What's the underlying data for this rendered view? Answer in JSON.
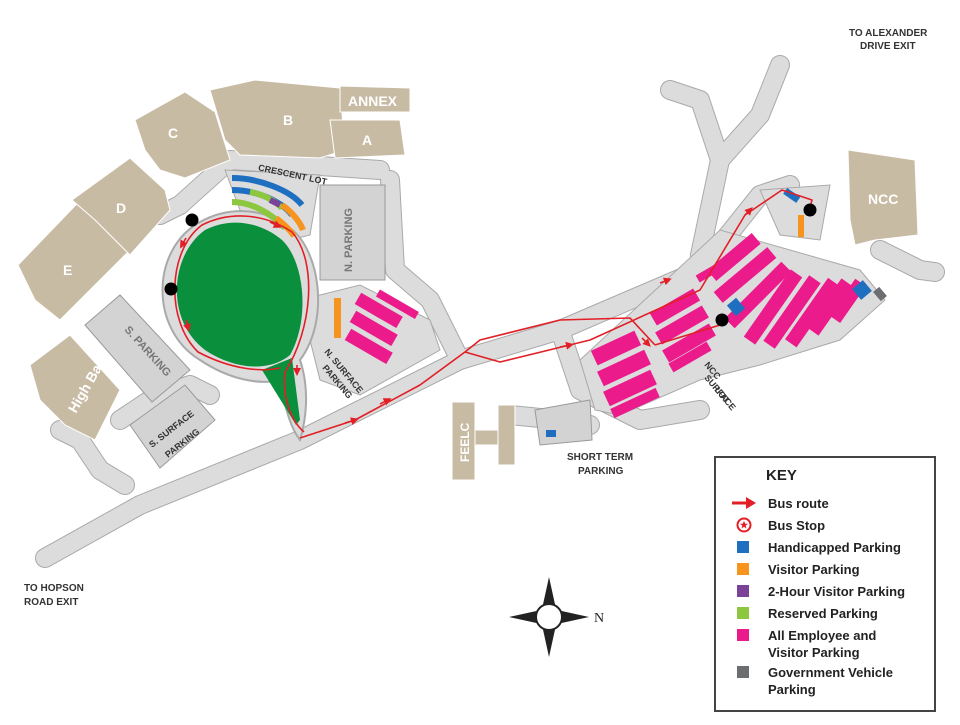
{
  "colors": {
    "building": "#c8bba4",
    "road": "#dcdcdc",
    "green_space": "#0a8f3c",
    "bus_route": "#e21f26",
    "handicapped": "#1f6fc1",
    "visitor": "#f7941d",
    "two_hour_visitor": "#7b4397",
    "reserved": "#8dc63f",
    "employee_visitor": "#ec1b8c",
    "government": "#6d6e71"
  },
  "map": {
    "exits": {
      "alexander_line1": "TO ALEXANDER",
      "alexander_line2": "DRIVE EXIT",
      "hopson_line1": "TO HOPSON",
      "hopson_line2": "ROAD EXIT"
    },
    "buildings": {
      "annex": "ANNEX",
      "a": "A",
      "b": "B",
      "c": "C",
      "d": "D",
      "e": "E",
      "high_bay": "High Bay",
      "ncc": "NCC",
      "feelc": "FEELC"
    },
    "lots": {
      "crescent": "CRESCENT LOT",
      "n_parking": "N. PARKING",
      "s_parking": "S. PARKING",
      "n_surface_1": "N. SURFACE",
      "n_surface_2": "PARKING",
      "s_surface_1": "S. SURFACE",
      "s_surface_2": "PARKING",
      "short_term_1": "SHORT TERM",
      "short_term_2": "PARKING",
      "ncc_surface_1": "NCC",
      "ncc_surface_2": "SURFACE",
      "ncc_surface_3": "LOT"
    },
    "compass": {
      "north": "N"
    }
  },
  "key": {
    "title": "KEY",
    "items": [
      {
        "symbol": "arrow-icon",
        "label": "Bus route"
      },
      {
        "symbol": "bus-stop-icon",
        "label": "Bus Stop"
      },
      {
        "symbol": "swatch",
        "color": "#1f6fc1",
        "label": "Handicapped Parking"
      },
      {
        "symbol": "swatch",
        "color": "#f7941d",
        "label": "Visitor Parking"
      },
      {
        "symbol": "swatch",
        "color": "#7b4397",
        "label": "2-Hour Visitor Parking"
      },
      {
        "symbol": "swatch",
        "color": "#8dc63f",
        "label": "Reserved Parking"
      },
      {
        "symbol": "swatch",
        "color": "#ec1b8c",
        "label": "All Employee and",
        "label2": "Visitor Parking"
      },
      {
        "symbol": "swatch",
        "color": "#6d6e71",
        "label": "Government Vehicle",
        "label2": "Parking"
      }
    ]
  }
}
